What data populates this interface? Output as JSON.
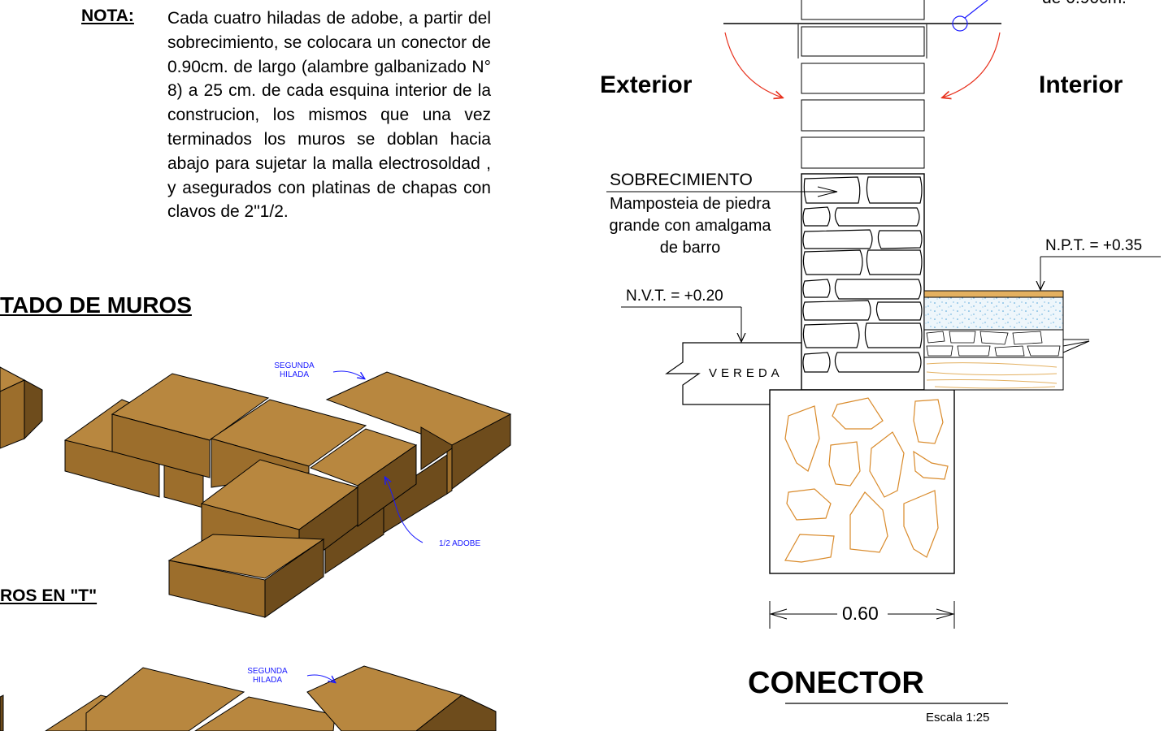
{
  "nota": {
    "label": "NOTA:",
    "body": "Cada cuatro hiladas de adobe, a partir del sobrecimiento, se colocara un conector de 0.90cm. de largo (alambre galbanizado N° 8) a 25 cm. de cada esquina interior de la construcion, los mismos que una vez terminados los muros se doblan hacia abajo para sujetar la malla electrosoldad , y asegurados con platinas de chapas con clavos de 2\"1/2."
  },
  "left_drawings": {
    "title_muros": "TADO DE MUROS",
    "title_t": "ROS EN \"T\"",
    "note_segunda_1": "SEGUNDA HILADA",
    "note_segunda_2": "SEGUNDA HILADA",
    "note_half_adobe": "1/2 ADOBE"
  },
  "section_detail": {
    "top_cut_text": "de 0.90cm.",
    "exterior": "Exterior",
    "interior": "Interior",
    "sobrecimiento": "SOBRECIMIENTO",
    "mamposteria": "Mamposteia de piedra grande con amalgama de barro",
    "nvt": "N.V.T. = +0.20",
    "npt": "N.P.T. = +0.35",
    "vereda": "VEREDA",
    "dimension": "0.60",
    "title": "CONECTOR",
    "scale": "Escala 1:25"
  },
  "colors": {
    "adobe_top": "#b8873f",
    "adobe_front": "#9c6e2c",
    "adobe_side": "#6e4c1c",
    "arrow_red": "#e8321e",
    "note_blue": "#1a1aff",
    "stone_orange": "#d98a2a",
    "floor_wood": "#e3b060"
  }
}
